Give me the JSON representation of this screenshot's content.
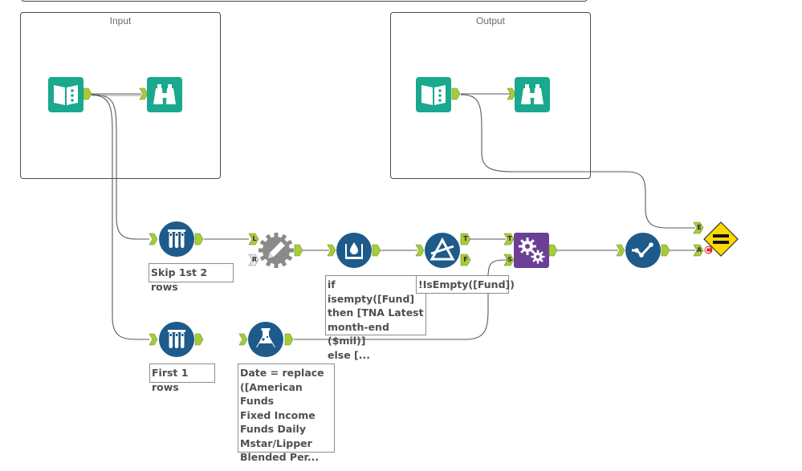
{
  "containers": {
    "input": {
      "title": "Input"
    },
    "output": {
      "title": "Output"
    }
  },
  "anchors": {
    "left": "L",
    "right": "R",
    "true": "T",
    "false": "F",
    "source": "S",
    "expected": "E",
    "actual": "A"
  },
  "annotations": {
    "skip_rows": "Skip 1st 2 rows",
    "first_rows": "First 1 rows",
    "formula_fund": "if isempty([Fund]\nthen [TNA Latest\nmonth-end ($mil)]\nelse [...",
    "filter_fund": "!IsEmpty([Fund])",
    "formula_date": "Date = replace\n([American Funds\nFixed Income\nFunds Daily\nMstar/Lipper\nBlended Per..."
  },
  "colors": {
    "teal": "#1aa88f",
    "navy": "#1e5a8a",
    "purple": "#6b3f96",
    "gray": "#8a8a8a",
    "yellow": "#ffd900",
    "anchor": "#a6cc3a"
  },
  "icons": {
    "input_data": "book-icon",
    "browse": "binoculars-icon",
    "sample": "test-tubes-icon",
    "multi_row_formula": "cup-drop-icon",
    "filter": "triangle-filter-icon",
    "append_fields": "gears-icon",
    "formula": "flask-icon",
    "select": "check-line-icon",
    "expect_equal": "equals-diamond-icon"
  }
}
